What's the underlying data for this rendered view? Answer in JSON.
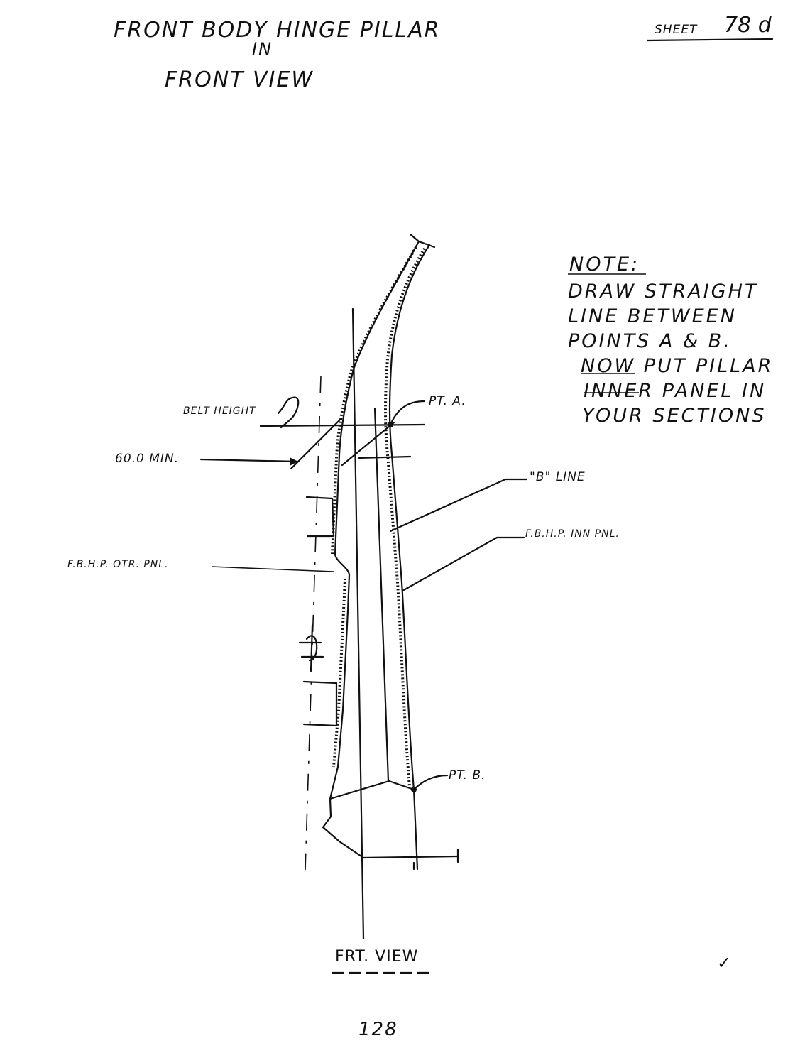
{
  "title": {
    "line1": "FRONT BODY HINGE PILLAR",
    "line2": "IN",
    "line3": "FRONT VIEW"
  },
  "sheet": {
    "label": "SHEET",
    "number": "78 d"
  },
  "note": {
    "heading": "NOTE:",
    "lines": [
      "DRAW STRAIGHT",
      "LINE BETWEEN",
      "POINTS A & B.",
      "NOW PUT PILLAR",
      "INNER PANEL IN",
      "YOUR SECTIONS"
    ]
  },
  "labels": {
    "belt_height": "BELT HEIGHT",
    "min_angle": "60.0 MIN.",
    "pt_a": "PT. A.",
    "pt_b": "PT. B.",
    "b_line": "\"B\" LINE",
    "inner_panel": "F.B.H.P. INN PNL.",
    "outer_panel": "F.B.H.P. OTR. PNL.",
    "view_caption": "FRT. VIEW",
    "page_number": "128",
    "check_mark": "✓"
  }
}
